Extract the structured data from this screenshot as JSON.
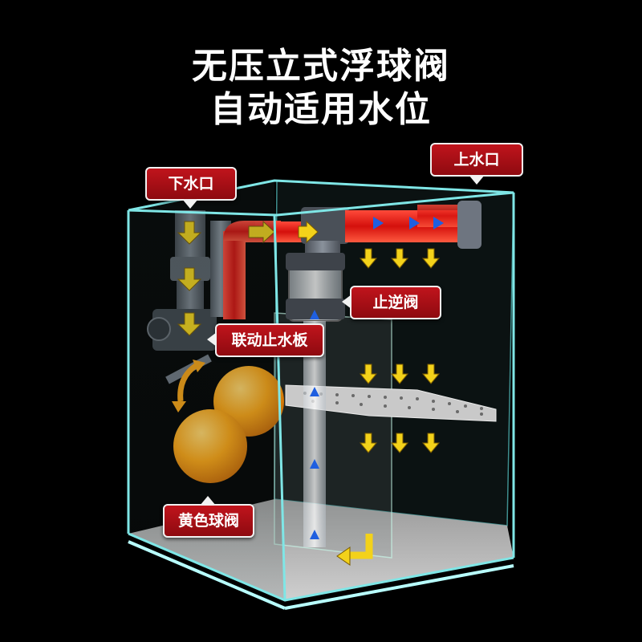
{
  "title": {
    "line1": "无压立式浮球阀",
    "line2": "自动适用水位"
  },
  "labels": {
    "drain": "下水口",
    "inlet": "上水口",
    "check_valve": "止逆阀",
    "linkage_plate": "联动止水板",
    "ball_valve": "黄色球阀"
  },
  "colors": {
    "background": "#000000",
    "label_red": "#b0121a",
    "glass_edge": "#7fe6e6",
    "ball_orange": "#f5a012",
    "flow_arrow_yellow": "#f3d21a",
    "flow_arrow_blue": "#1f5fe0",
    "pipe_gray": "#6e7580"
  }
}
